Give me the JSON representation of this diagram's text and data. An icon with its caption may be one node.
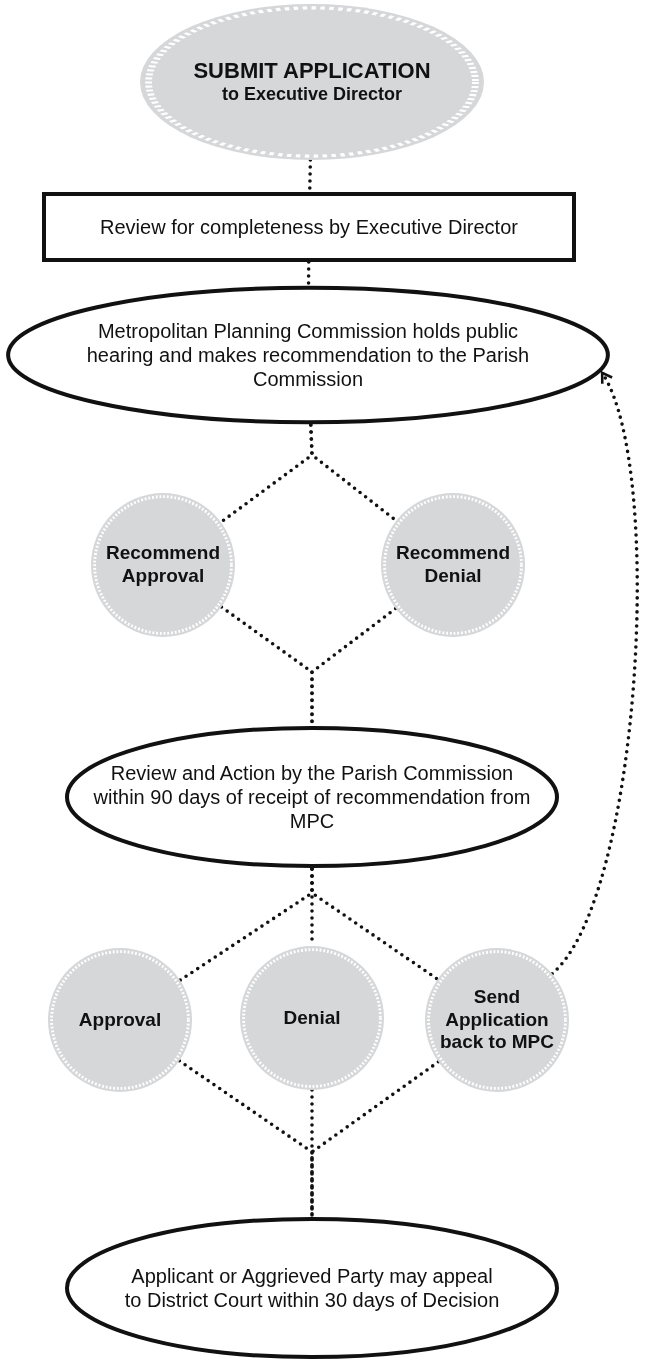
{
  "diagram": {
    "nodes": [
      {
        "text": [
          "SUBMIT APPLICATION",
          "to Executive Director"
        ]
      },
      {
        "text": [
          "Review for completeness by Executive Director"
        ]
      },
      {
        "text": [
          "Metropolitan Planning Commission holds public hearing and makes recommendation to the Parish Commission"
        ]
      },
      {
        "text": [
          "Recommend Approval"
        ]
      },
      {
        "text": [
          "Recommend Denial"
        ]
      },
      {
        "text": [
          "Review and Action by the Parish Commission within 90 days of receipt of recommendation from MPC"
        ]
      },
      {
        "text": [
          "Approval"
        ]
      },
      {
        "text": [
          "Denial"
        ]
      },
      {
        "text": [
          "Send Application back to MPC"
        ]
      },
      {
        "text": [
          "Applicant or Aggrieved Party may appeal to District Court within 30 days of Decision"
        ]
      }
    ],
    "edges": [
      {
        "from": 0,
        "to": 1,
        "arrow": "none"
      },
      {
        "from": 1,
        "to": 2,
        "arrow": "none"
      },
      {
        "from": 2,
        "to": 3,
        "arrow": "none"
      },
      {
        "from": 2,
        "to": 4,
        "arrow": "none"
      },
      {
        "from": 3,
        "to": 5,
        "arrow": "none"
      },
      {
        "from": 4,
        "to": 5,
        "arrow": "none"
      },
      {
        "from": 5,
        "to": 6,
        "arrow": "none"
      },
      {
        "from": 5,
        "to": 7,
        "arrow": "none"
      },
      {
        "from": 5,
        "to": 8,
        "arrow": "none"
      },
      {
        "from": 6,
        "to": 9,
        "arrow": "none"
      },
      {
        "from": 7,
        "to": 9,
        "arrow": "none"
      },
      {
        "from": 8,
        "to": 9,
        "arrow": "none"
      },
      {
        "from": 8,
        "to": 2,
        "arrow": "to"
      }
    ]
  }
}
